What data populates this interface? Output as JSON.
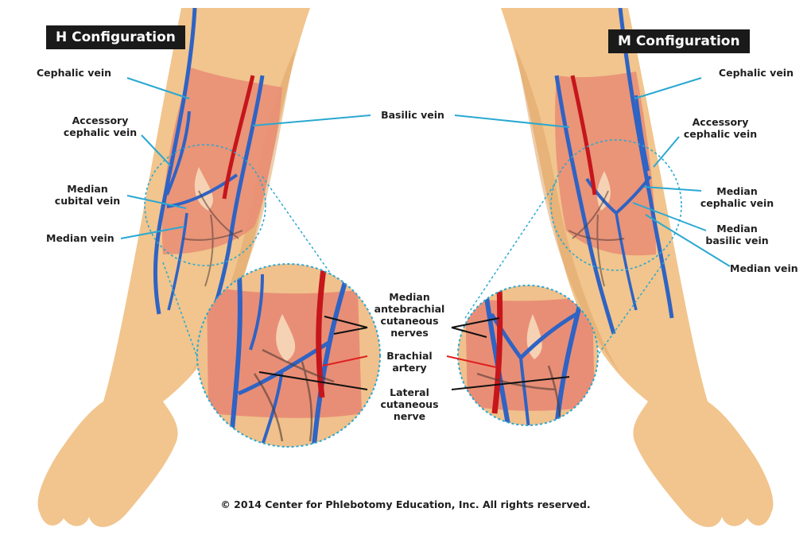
{
  "titles": {
    "left": "H Configuration",
    "right": "M Configuration"
  },
  "labels": {
    "left_cephalic": "Cephalic vein",
    "left_accessory_1": "Accessory",
    "left_accessory_2": "cephalic vein",
    "left_median_cubital_1": "Median",
    "left_median_cubital_2": "cubital vein",
    "left_median_vein": "Median vein",
    "basilic": "Basilic vein",
    "right_cephalic": "Cephalic vein",
    "right_accessory_1": "Accessory",
    "right_accessory_2": "cephalic vein",
    "right_median_cephalic_1": "Median",
    "right_median_cephalic_2": "cephalic vein",
    "right_median_basilic_1": "Median",
    "right_median_basilic_2": "basilic vein",
    "right_median_vein": "Median vein",
    "nerves_1": "Median",
    "nerves_2": "antebrachial",
    "nerves_3": "cutaneous",
    "nerves_4": "nerves",
    "artery_1": "Brachial",
    "artery_2": "artery",
    "lateral_1": "Lateral",
    "lateral_2": "cutaneous",
    "lateral_3": "nerve"
  },
  "copyright": "© 2014 Center for Phlebotomy Education, Inc. All rights reserved.",
  "colors": {
    "skin": "#f1c58d",
    "skin_shadow": "#dfa468",
    "muscle": "#e98e76",
    "vein": "#2f63c4",
    "artery": "#c5161c",
    "nerve": "#4e3b36",
    "leader_cyan": "#2aa8d2",
    "leader_black": "#111111",
    "leader_red": "#e02020",
    "title_bg": "#1a1a1a"
  }
}
